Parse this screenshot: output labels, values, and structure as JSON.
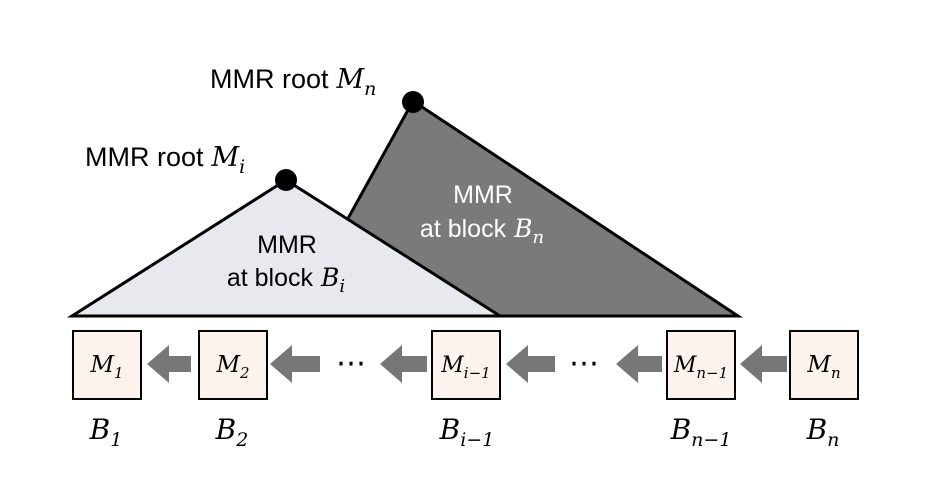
{
  "labels": {
    "root_n_prefix": "MMR root",
    "root_n_var": "M",
    "root_n_sub": "n",
    "root_i_prefix": "MMR root",
    "root_i_var": "M",
    "root_i_sub": "i",
    "mmr_n_line1": "MMR",
    "mmr_n_line2_prefix": "at block",
    "mmr_n_var": "B",
    "mmr_n_sub": "n",
    "mmr_i_line1": "MMR",
    "mmr_i_line2_prefix": "at block",
    "mmr_i_var": "B",
    "mmr_i_sub": "i"
  },
  "blocks": [
    {
      "box_var": "M",
      "box_sub": "1",
      "block_var": "B",
      "block_sub": "1"
    },
    {
      "box_var": "M",
      "box_sub": "2",
      "block_var": "B",
      "block_sub": "2"
    },
    {
      "box_var": "M",
      "box_sub": "i−1",
      "block_var": "B",
      "block_sub": "i−1"
    },
    {
      "box_var": "M",
      "box_sub": "n−1",
      "block_var": "B",
      "block_sub": "n−1"
    },
    {
      "box_var": "M",
      "box_sub": "n",
      "block_var": "B",
      "block_sub": "n"
    }
  ],
  "ellipsis": [
    "⋯",
    "⋯"
  ],
  "colors": {
    "dark_triangle": "#7a7a7a",
    "light_triangle": "#e8e8ef",
    "box_fill": "#fdf3ee",
    "arrow": "#777777",
    "stroke": "#000000"
  }
}
